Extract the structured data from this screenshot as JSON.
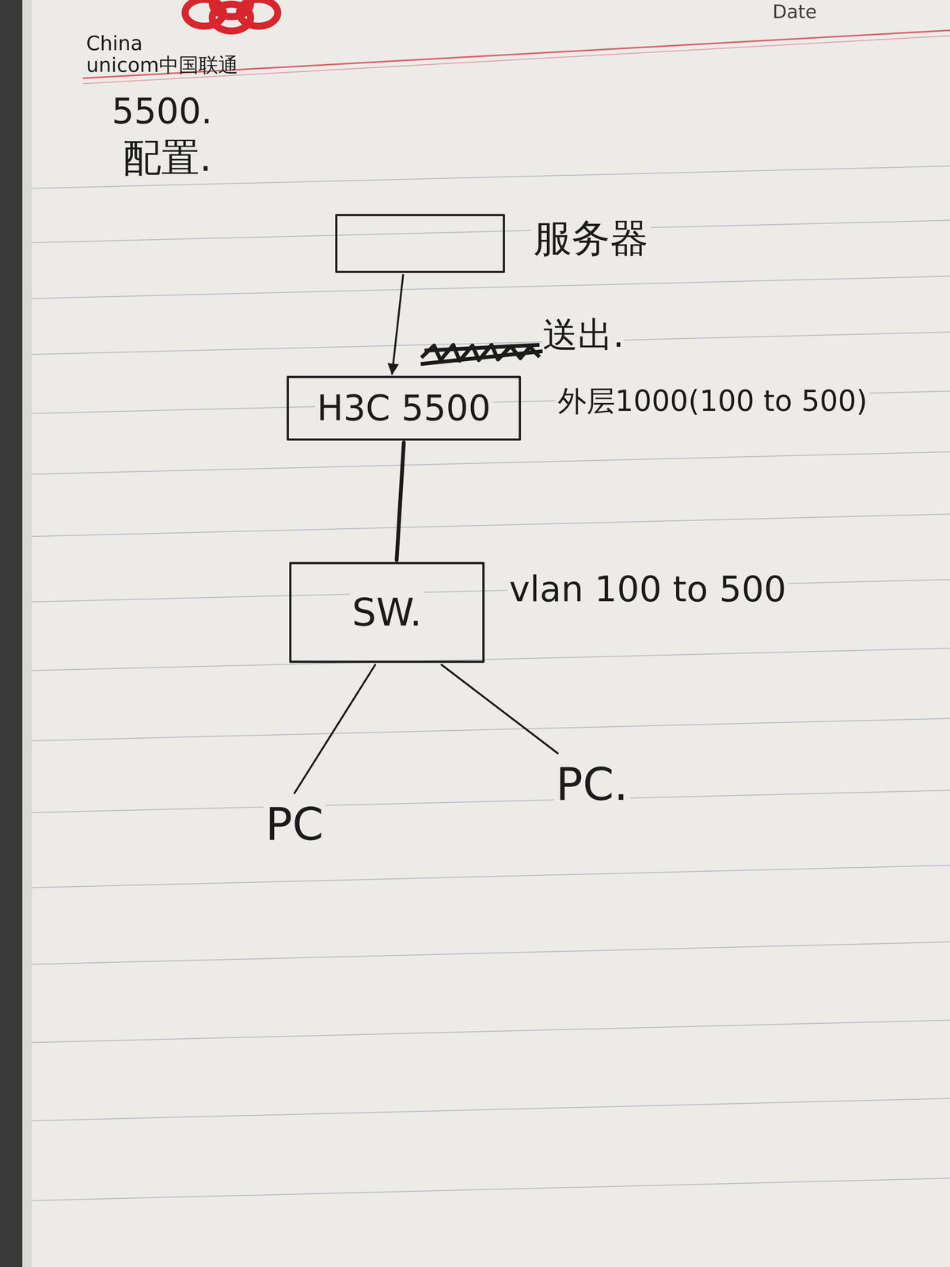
{
  "diagram": {
    "nodes": [
      {
        "text": [
          "服务器"
        ]
      },
      {
        "text": [
          "H3C 5500",
          "外层1000(100 to 500)"
        ]
      },
      {
        "text": [
          "SW.",
          "vlan 100 to 500"
        ]
      },
      {
        "text": [
          "PC"
        ]
      },
      {
        "text": [
          "PC."
        ]
      }
    ],
    "edges": [
      {
        "from": 0,
        "to": 1,
        "arrow": "to",
        "label": "送出."
      },
      {
        "from": 1,
        "to": 2,
        "arrow": "none"
      },
      {
        "from": 2,
        "to": 3,
        "arrow": "none"
      },
      {
        "from": 2,
        "to": 4,
        "arrow": "none"
      }
    ],
    "labels": [
      "China",
      "unicom中国联通",
      "Date",
      "5500.",
      "配置."
    ]
  }
}
